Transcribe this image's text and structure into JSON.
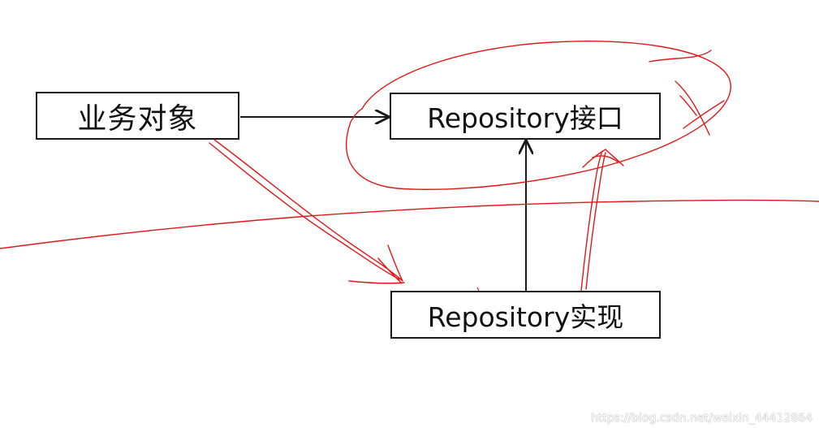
{
  "diagram": {
    "nodes": {
      "business_object": "业务对象",
      "repository_interface": "Repository接口",
      "repository_impl": "Repository实现"
    },
    "edges": [
      {
        "from": "business_object",
        "to": "repository_interface"
      },
      {
        "from": "repository_impl",
        "to": "repository_interface"
      }
    ],
    "annotations": {
      "color": "#e01818",
      "marks": [
        "ellipse-around-interface",
        "cross-mark",
        "curve-arrow-business-to-impl",
        "arrow-impl-to-interface",
        "horizontal-divider-stroke"
      ]
    },
    "line_color": "#1a1a1a"
  },
  "watermark": "https://blog.csdn.net/weixin_44412864"
}
